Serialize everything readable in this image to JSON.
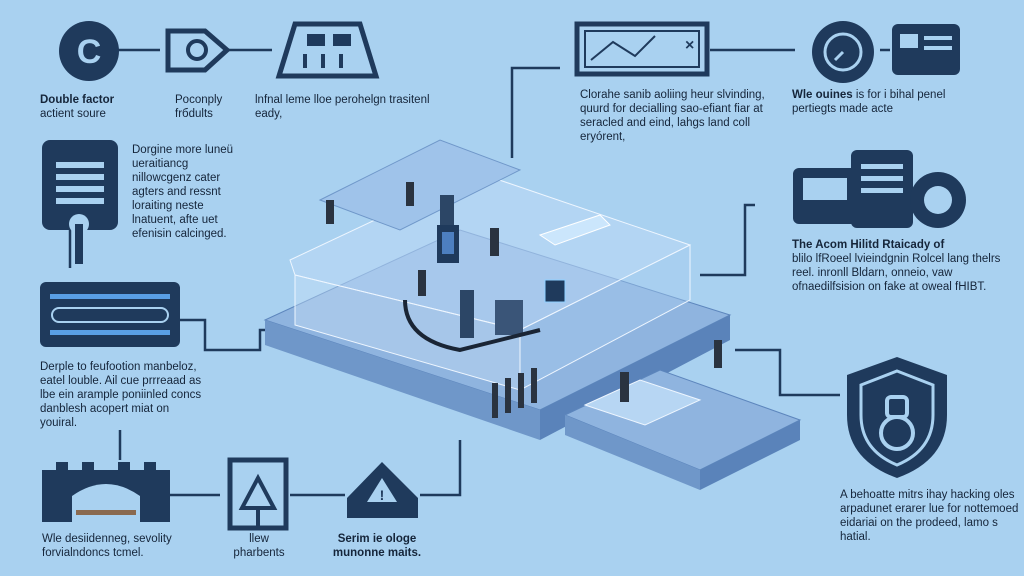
{
  "colors": {
    "background": "#a9d1f0",
    "icon": "#1f3a5c",
    "platform": "#7fa8d8"
  },
  "top_left": [
    {
      "title": "Double factor",
      "body": "actient soure",
      "icon": "letter-c-icon"
    },
    {
      "title": "",
      "body": "Poconply frбdults",
      "icon": "eye-tag-icon"
    },
    {
      "title": "",
      "body": "lnfnal leme lloe perohelgn trasitenl eady,",
      "icon": "control-panel-icon"
    }
  ],
  "top_right": [
    {
      "title": "",
      "body": "Clorahe sanib aoliing heur slvinding, quurd for decialling sao-efiant fiar at seracled and eind, lahgs land coll eryórent,",
      "icon": "monitor-map-icon"
    },
    {
      "title": "Wle ouines",
      "body": "is for i bihal penel pertiegts made acte",
      "icon": "clock-globe-icon"
    }
  ],
  "left_middle": {
    "body": "Dorgine more luneü ueraitiancg nillowcgenz cater agters and ressnt loraiting neste lnatuent, afte uet efenisin calcinged.",
    "icon": "server-lock-icon"
  },
  "left_lower": {
    "body": "Derple to feufootion manbeloz, eatel louble. Ail cue prrreaad as lbe ein arample poniinled concs danblesh acopert miat on youiral.",
    "icon": "cable-panel-icon"
  },
  "right_middle": {
    "title": "The Acom Hilitd Rtaicady of",
    "body": "blilo lfRoeel lvieindgnin Rolcel lang thelrs reel. inronll Bldarn, onneio, vaw ofnaedilfsision on fake at oweal fHIBT.",
    "icon": "device-shield-icon"
  },
  "right_lower": {
    "body": "A behoatte mitrs ihay hacking oles arpadunet erarer lue for nottemoed eidariai on the prodeed, lamo s hatial.",
    "icon": "shield-lock-icon"
  },
  "bottom": [
    {
      "body": "Wle desiidenneg, sevolity forvialndoncs tcmel.",
      "icon": "castle-gate-icon"
    },
    {
      "body": "llew pharbents",
      "icon": "door-arrow-icon"
    },
    {
      "body": "Serim ie ologe munonne maits.",
      "icon": "warning-house-icon"
    }
  ]
}
